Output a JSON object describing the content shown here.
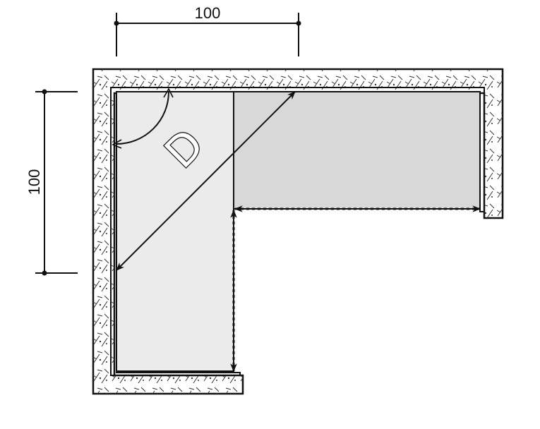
{
  "dimensions": {
    "top_label": "100",
    "left_label": "100"
  },
  "diagonal_label": "D",
  "colors": {
    "wall_fill": "#ffffff",
    "outline": "#111111",
    "surface_light": "#ebebeb",
    "surface_dark": "#d8d8d8",
    "background": "#ffffff"
  }
}
